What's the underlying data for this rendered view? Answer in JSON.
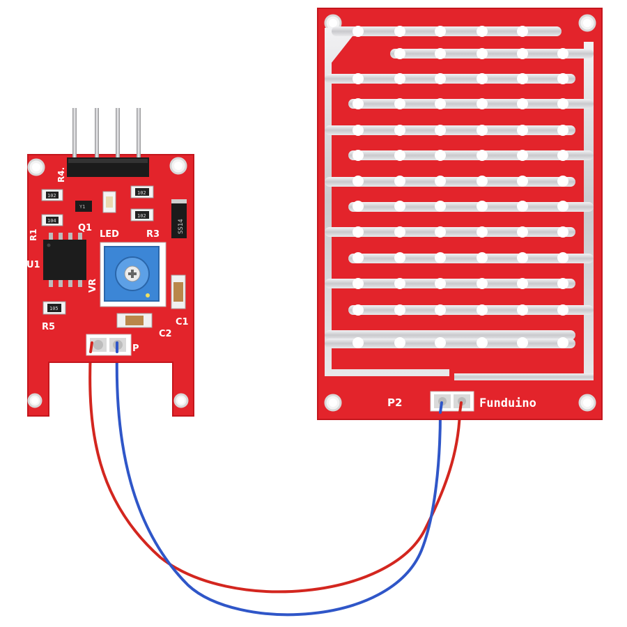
{
  "photo": {
    "subject": "rain-sensor-module-with-probe-board",
    "colors": {
      "background": "#ffffff",
      "pcb_red": "#e3242b",
      "pcb_edge": "#c4161d",
      "trace_silver": "#d9d9dc",
      "wire_red": "#d3261f",
      "wire_blue": "#2f56c8",
      "pot_blue": "#3c86d6",
      "header_black": "#1b1b1b"
    },
    "control_board": {
      "labels": {
        "r4": "R4.",
        "r1": "R1",
        "q1": "Q1",
        "led": "LED",
        "r3": "R3",
        "u1": "U1",
        "vr": "VR",
        "r5": "R5",
        "c1": "C1",
        "c2": "C2",
        "p": "P"
      },
      "component_markings": {
        "r102_a": "102",
        "r104": "104",
        "r102_b": "102",
        "r102_c": "102",
        "r105": "105",
        "diode": "SS14",
        "q1_mark": "Y1"
      }
    },
    "probe_board": {
      "labels": {
        "p2": "P2",
        "brand": "Funduino"
      }
    }
  }
}
